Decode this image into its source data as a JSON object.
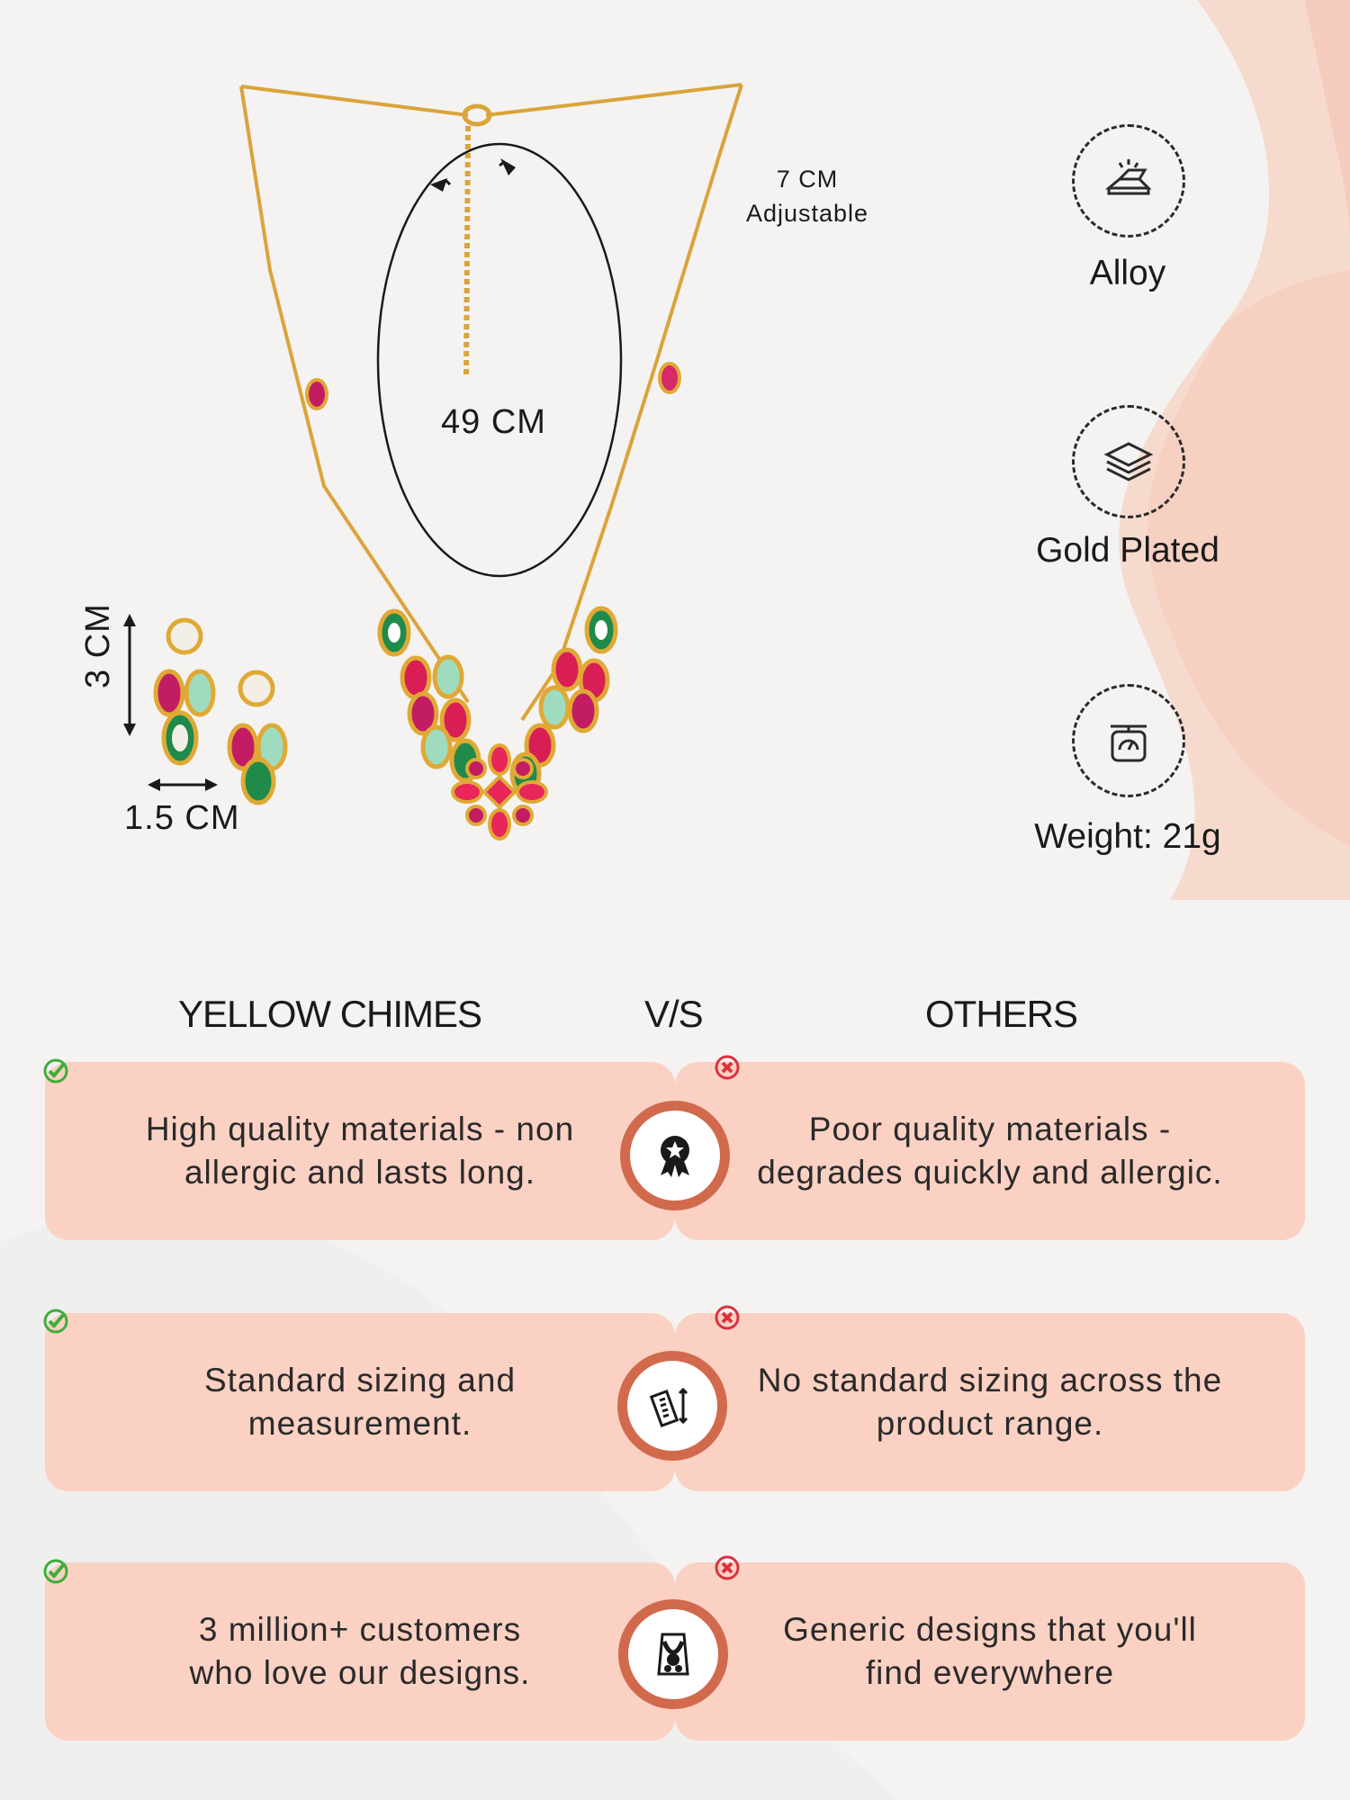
{
  "measurements": {
    "extension": "7 CM\nAdjustable",
    "necklace_length": "49 CM",
    "earring_height": "3 CM",
    "earring_width": "1.5 CM"
  },
  "features": [
    {
      "label": "Alloy",
      "icon": "gold-bars-icon"
    },
    {
      "label": "Gold Plated",
      "icon": "layers-icon"
    },
    {
      "label": "Weight: 21g",
      "icon": "scale-icon"
    }
  ],
  "comparison": {
    "left_heading": "YELLOW CHIMES",
    "vs": "V/S",
    "right_heading": "OTHERS",
    "rows": [
      {
        "ours": "High quality materials - non\nallergic and lasts long.",
        "others": "Poor quality materials -\ndegrades quickly and allergic.",
        "icon": "quality-badge-icon"
      },
      {
        "ours": "Standard sizing and\nmeasurement.",
        "others": "No standard sizing across the\nproduct range.",
        "icon": "ruler-icon"
      },
      {
        "ours": "3 million+ customers\nwho love our designs.",
        "others": "Generic designs that you'll\nfind everywhere",
        "icon": "jewelry-bust-icon"
      }
    ]
  },
  "colors": {
    "card": "#fad1c3",
    "badge_ring": "#d16a4c",
    "check": "#3fae3a",
    "cross": "#d9323f",
    "gold": "#e0a935",
    "ruby": "#d91e56",
    "emerald": "#1f8a4a",
    "mint": "#9fdcbf"
  }
}
